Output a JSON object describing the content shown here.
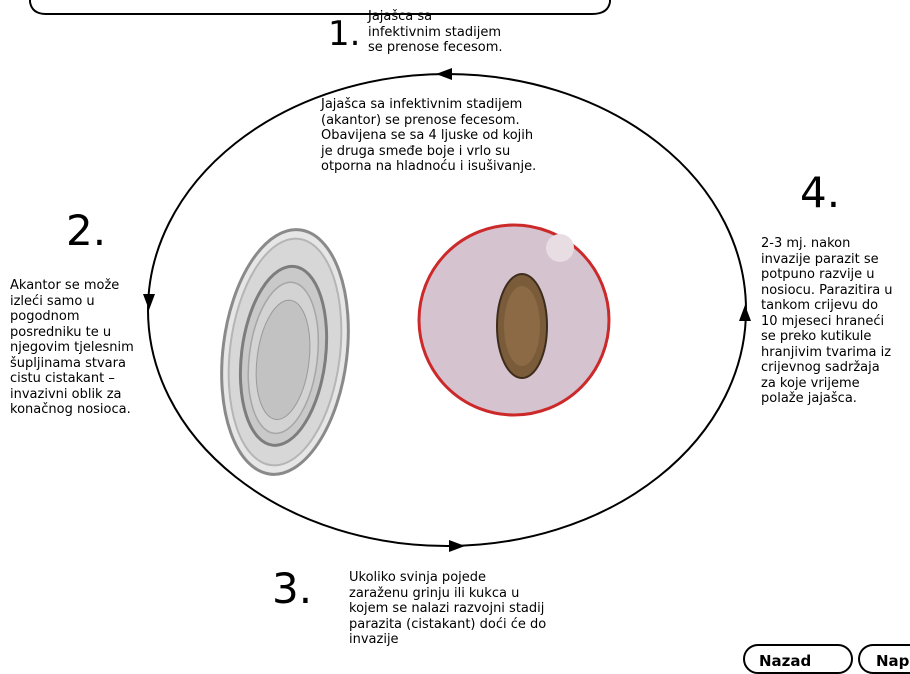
{
  "steps": {
    "s1": {
      "number": "1.",
      "lines": [
        "Jajašca sa",
        "infektivnim stadijem",
        "se prenose fecesom."
      ]
    },
    "s2": {
      "number": "2.",
      "lines": [
        "Akantor se može",
        "izleći samo u",
        "pogodnom",
        "posredniku te u",
        "njegovim tjelesnim",
        "šupljinama stvara",
        "cistu cistakant –",
        "invazivni oblik za",
        "konačnog nosioca."
      ]
    },
    "s3": {
      "number": "3.",
      "lines": [
        "Ukoliko svinja pojede",
        "zaraženu grinju ili kukca u",
        "kojem se nalazi razvojni stadij",
        "parazita (cistakant) doći će do",
        "invazije"
      ]
    },
    "s4": {
      "number": "4.",
      "lines": [
        "2-3 mj. nakon",
        "invazije parazit se",
        "potpuno razvije u",
        "nosiocu. Parazitira u",
        "tankom crijevu do",
        "10 mjeseci hraneći",
        "se preko kutikule",
        "hranjivim tvarima iz",
        "crijevnog sadržaja",
        "za koje vrijeme",
        "polaže jajašca."
      ]
    },
    "center": {
      "lines": [
        "Jajašca sa infektivnim stadijem",
        "(akantor) se prenose fecesom.",
        "Obavijena se sa 4 ljuske od kojih",
        "je druga smeđe boje i vrlo su",
        "otporna na hladnoću i isušivanje."
      ]
    }
  },
  "nav": {
    "back": "Nazad",
    "next": "Naprijed"
  },
  "colors": {
    "microscope_ring": "#cc2a2a",
    "egg_brown": "#7a5c3a"
  }
}
